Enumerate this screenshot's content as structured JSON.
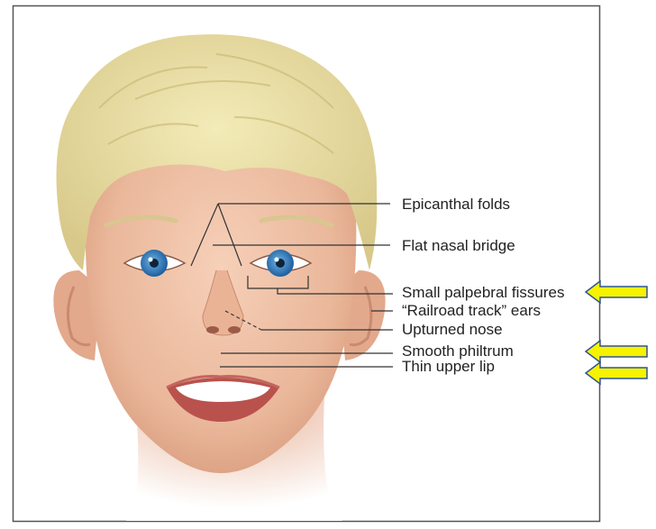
{
  "labels": {
    "epicanthal_folds": "Epicanthal folds",
    "flat_nasal_bridge": "Flat nasal bridge",
    "small_palpebral_fissures": "Small palpebral fissures",
    "railroad_track_ears": "“Railroad track” ears",
    "upturned_nose": "Upturned nose",
    "smooth_philtrum": "Smooth philtrum",
    "thin_upper_lip": "Thin upper lip"
  },
  "colors": {
    "frame_border": "#555555",
    "arrow_fill": "#f6f200",
    "arrow_stroke": "#2f5597",
    "hair": "#e8dc9c",
    "skin": "#f1c4a8",
    "iris": "#2f7fc4",
    "leader_line": "#333333"
  }
}
